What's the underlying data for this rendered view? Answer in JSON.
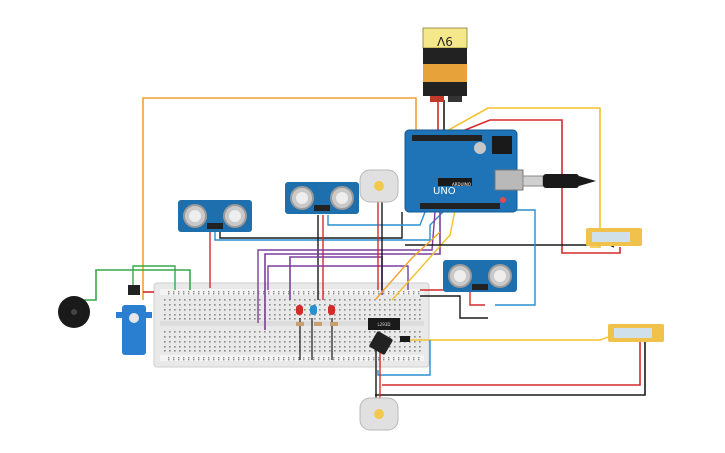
{
  "canvas": {
    "background": "#ffffff"
  },
  "battery": {
    "label": "9V",
    "top_color": "#f4e88a",
    "body_color": "#222222",
    "band_color": "#e8a23a"
  },
  "arduino": {
    "logo_text": "UNO",
    "brand_text": "ARDUINO",
    "board_color": "#1f73b7"
  },
  "sensors": {
    "board_color": "#1e6fae",
    "eye_color": "#c9c9c9"
  },
  "motor": {
    "body_color": "#e0e0e0",
    "shaft_color": "#f2c94c"
  },
  "breadboard": {
    "color": "#e9e9e9",
    "hole_color": "#8a8a8a"
  },
  "ic": {
    "label": "L293D"
  },
  "wires": {
    "orange": "#f0a133",
    "red": "#d42a2a",
    "black": "#1a1a1a",
    "green": "#36a84a",
    "blue": "#2a8fd0",
    "purple": "#7b3fa1",
    "yellow": "#f2c12e",
    "brown": "#8b5a2b"
  },
  "strips": {
    "color": "#f0c24b",
    "label_color": "#cfe0ea"
  }
}
